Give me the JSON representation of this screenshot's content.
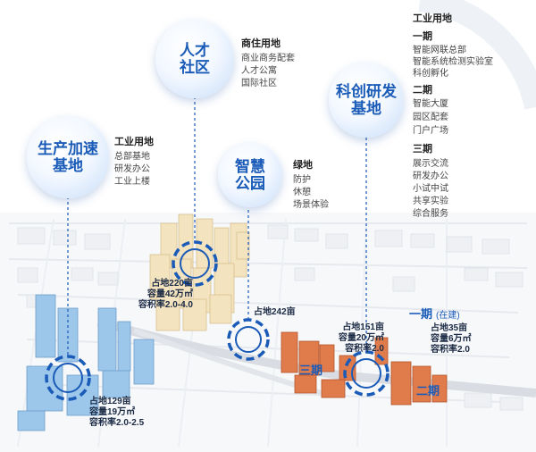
{
  "zones": {
    "talent": {
      "name": "人才\n社区",
      "title": "商住用地",
      "items": [
        "商业商务配套",
        "人才公寓",
        "国际社区"
      ]
    },
    "production": {
      "name": "生产加速\n基地",
      "title": "工业用地",
      "items": [
        "总部基地",
        "研发办公",
        "工业上楼"
      ]
    },
    "park": {
      "name": "智慧\n公园",
      "title": "绿地",
      "items": [
        "防护",
        "休憩",
        "场景体验"
      ]
    },
    "rnd": {
      "name": "科创研发\n基地"
    }
  },
  "right_panel": {
    "title": "工业用地",
    "phase1": {
      "label": "一期",
      "items": [
        "智能网联总部",
        "智能系统检测实验室",
        "科创孵化"
      ]
    },
    "phase2": {
      "label": "二期",
      "items": [
        "智能大厦",
        "园区配套",
        "门户广场"
      ]
    },
    "phase3": {
      "label": "三期",
      "items": [
        "展示交流",
        "研发办公",
        "小试中试",
        "共享实验",
        "综合服务"
      ]
    }
  },
  "stats": {
    "talent": [
      "占地220亩",
      "容量42万㎡",
      "容积率2.0-4.0"
    ],
    "production": [
      "占地129亩",
      "容量19万㎡",
      "容积率2.0-2.5"
    ],
    "park": [
      "占地242亩"
    ],
    "rnd": [
      "占地151亩",
      "容量20万㎡",
      "容积率2.0"
    ],
    "phase1": [
      "占地35亩",
      "容量6万㎡",
      "容积率2.0"
    ]
  },
  "map_labels": {
    "phase1": "一期",
    "phase1_status": "(在建)",
    "phase2": "二期",
    "phase3": "三期"
  },
  "colors": {
    "accent": "#1a5bb8",
    "talent_buildings": "#f3e3bf",
    "production_buildings": "#9cc6ea",
    "rnd_buildings": "#e07b4c"
  }
}
